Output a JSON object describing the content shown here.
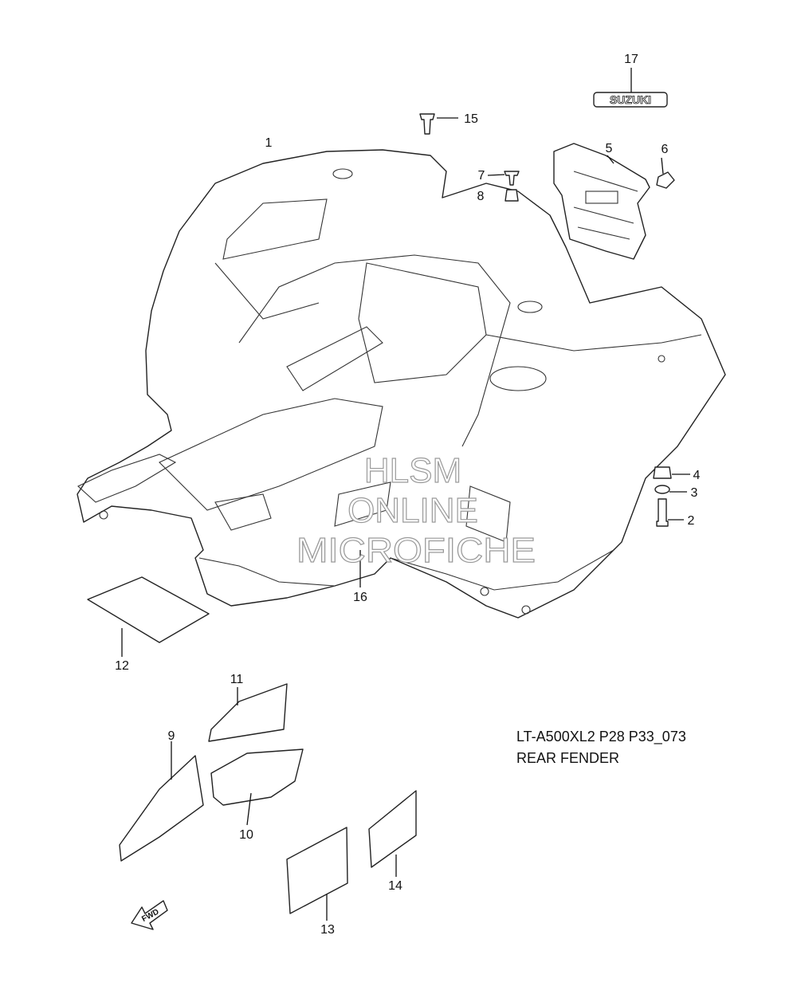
{
  "callouts": [
    "1",
    "2",
    "3",
    "4",
    "5",
    "6",
    "7",
    "8",
    "9",
    "10",
    "11",
    "12",
    "13",
    "14",
    "15",
    "16",
    "17"
  ],
  "caption": {
    "line1": "LT-A500XL2 P28 P33_073",
    "line2": "REAR FENDER"
  },
  "watermark": {
    "line1": "HLSM",
    "line2": "ONLINE",
    "line3": "MICROFICHE"
  },
  "labels": {
    "emblem": "SUZUKI",
    "fwd": "FWD"
  }
}
